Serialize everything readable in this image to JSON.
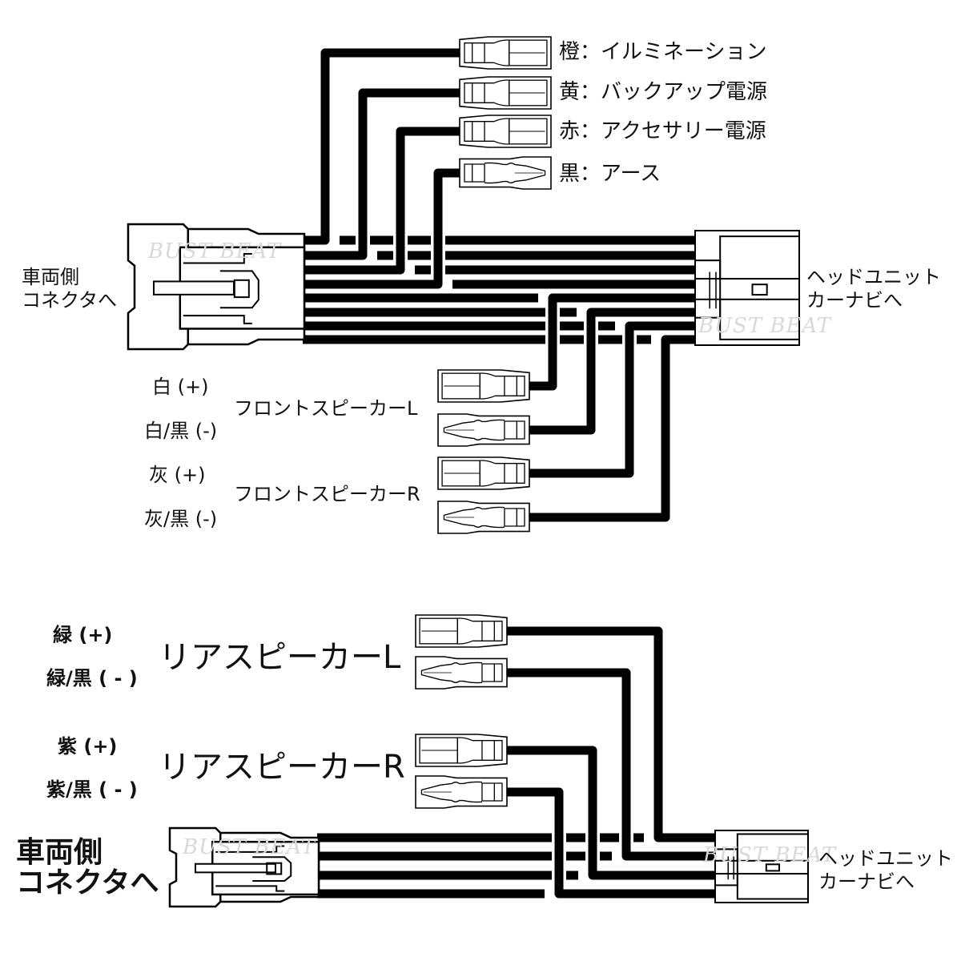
{
  "title": "Wiring harness diagram",
  "watermark": "BUST BEAT",
  "colors": {
    "wire": "#000000",
    "outline": "#000000",
    "background": "#ffffff",
    "watermark": "#d9d9d9"
  },
  "top_section": {
    "vehicle_connector_label": [
      "車両側",
      "コネクタへ"
    ],
    "head_unit_label": [
      "ヘッドユニット",
      "カーナビへ"
    ],
    "power_terminals": [
      {
        "color": "橙",
        "function": "イルミネーション",
        "label": "橙：イルミネーション",
        "terminal": "male"
      },
      {
        "color": "黄",
        "function": "バックアップ電源",
        "label": "黄：バックアップ電源",
        "terminal": "male"
      },
      {
        "color": "赤",
        "function": "アクセサリー電源",
        "label": "赤：アクセサリー電源",
        "terminal": "male"
      },
      {
        "color": "黒",
        "function": "アース",
        "label": "黒：アース",
        "terminal": "female"
      }
    ],
    "front_speakers": {
      "groups": [
        {
          "name": "フロントスピーカーL",
          "wires": [
            {
              "label": "白 (+)",
              "terminal": "male"
            },
            {
              "label": "白/黒 (-)",
              "terminal": "female"
            }
          ]
        },
        {
          "name": "フロントスピーカーR",
          "wires": [
            {
              "label": "灰 (+)",
              "terminal": "male"
            },
            {
              "label": "灰/黒 (-)",
              "terminal": "female"
            }
          ]
        }
      ]
    },
    "harness_wire_count": 8
  },
  "bottom_section": {
    "vehicle_connector_label": [
      "車両側",
      "コネクタへ"
    ],
    "head_unit_label": [
      "ヘッドユニット",
      "カーナビへ"
    ],
    "rear_speakers": {
      "groups": [
        {
          "name": "リアスピーカーL",
          "wires": [
            {
              "label": "緑 (+)",
              "terminal": "male"
            },
            {
              "label": "緑/黒 ( - )",
              "terminal": "female"
            }
          ]
        },
        {
          "name": "リアスピーカーR",
          "wires": [
            {
              "label": "紫 (+)",
              "terminal": "male"
            },
            {
              "label": "紫/黒 ( - )",
              "terminal": "female"
            }
          ]
        }
      ]
    },
    "harness_wire_count": 4
  }
}
